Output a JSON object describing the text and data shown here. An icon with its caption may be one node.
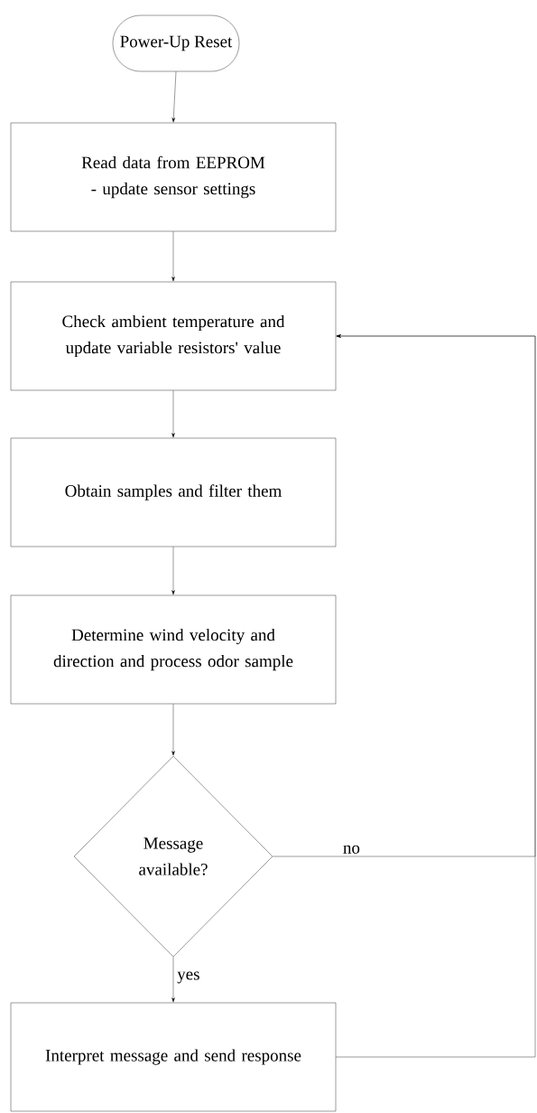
{
  "diagram": {
    "nodes": [
      {
        "text": [
          "Power-Up Reset"
        ]
      },
      {
        "text": [
          "Read data from EEPROM - update sensor settings"
        ]
      },
      {
        "text": [
          "Check ambient temperature and update variable resistors' value"
        ]
      },
      {
        "text": [
          "Obtain samples and filter them"
        ]
      },
      {
        "text": [
          "Determine wind velocity and direction and process odor sample"
        ]
      },
      {
        "text": [
          "Message available?"
        ]
      },
      {
        "text": [
          "Interpret message and send response"
        ]
      }
    ],
    "edges": [
      {
        "from": 0,
        "to": 1,
        "arrow": "to"
      },
      {
        "from": 1,
        "to": 2,
        "arrow": "to"
      },
      {
        "from": 2,
        "to": 3,
        "arrow": "to"
      },
      {
        "from": 3,
        "to": 4,
        "arrow": "to"
      },
      {
        "from": 4,
        "to": 5,
        "arrow": "to"
      },
      {
        "from": 5,
        "to": 6,
        "label": "yes",
        "arrow": "to"
      },
      {
        "from": 5,
        "to": 2,
        "label": "no",
        "arrow": "to"
      },
      {
        "from": 6,
        "to": 2,
        "arrow": "to"
      }
    ]
  }
}
